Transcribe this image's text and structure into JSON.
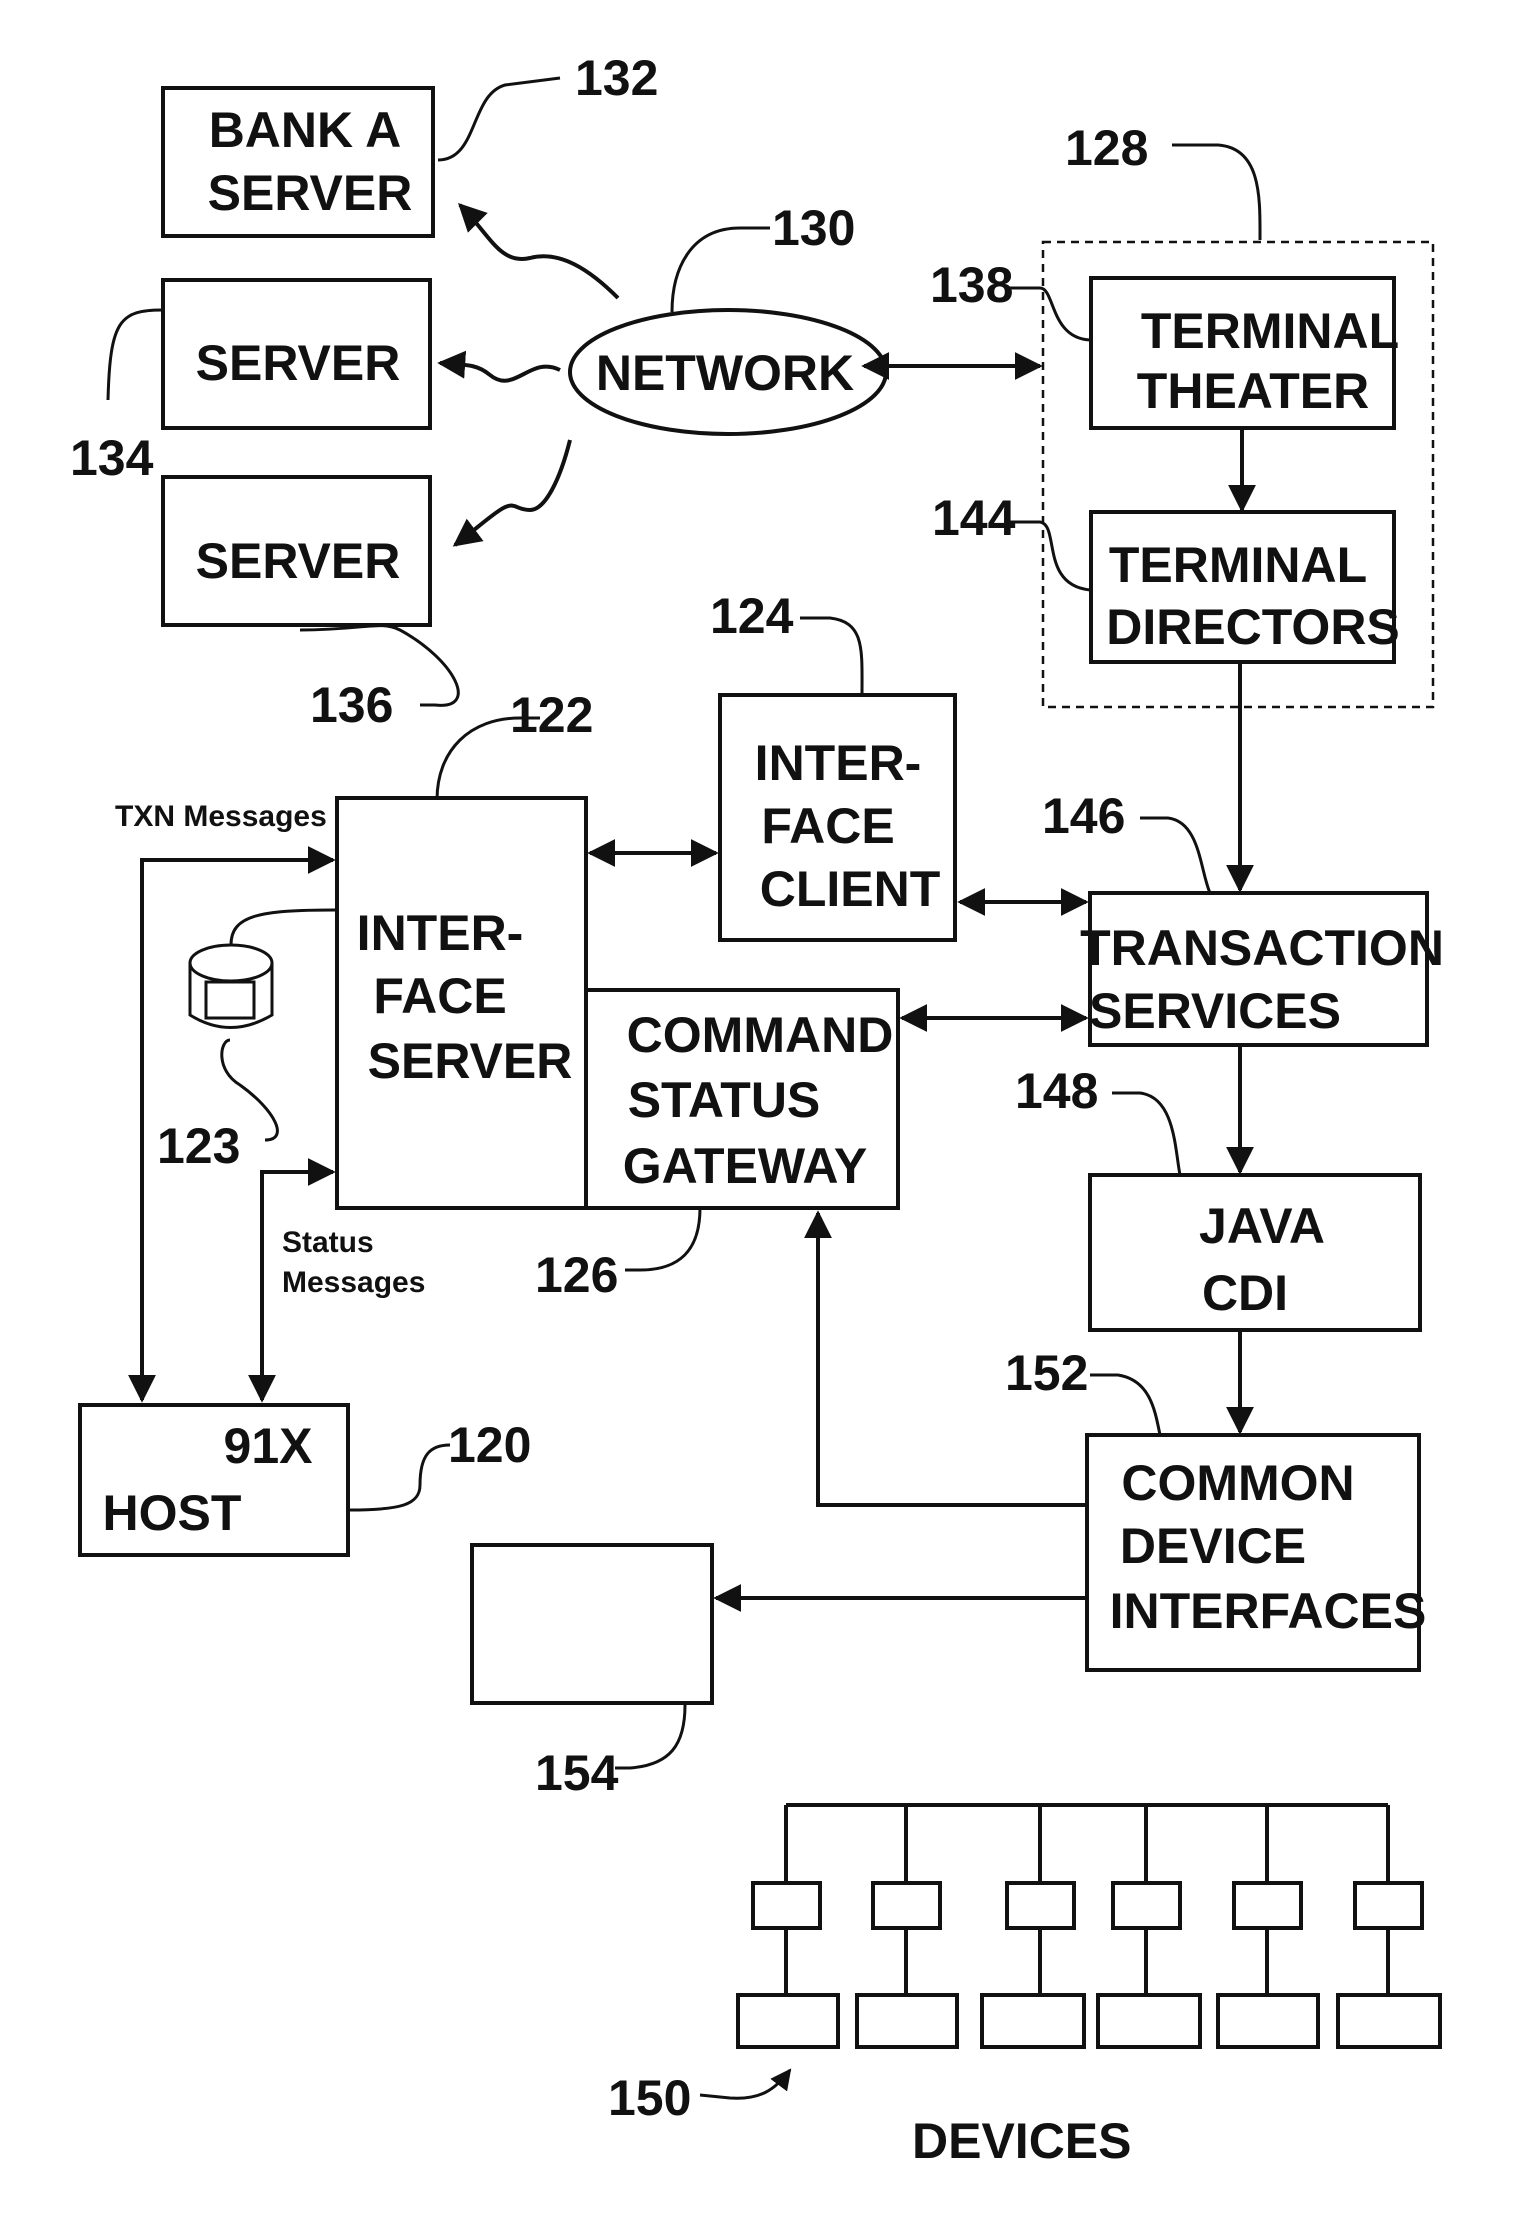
{
  "boxes": {
    "bank_a_server": [
      "BANK A",
      "SERVER"
    ],
    "server_134": [
      "SERVER"
    ],
    "server_136": [
      "SERVER"
    ],
    "network": "NETWORK",
    "terminal_theater": [
      "TERMINAL",
      "THEATER"
    ],
    "terminal_directors": [
      "TERMINAL",
      "DIRECTORS"
    ],
    "interface_client": [
      "INTER-",
      "FACE",
      "CLIENT"
    ],
    "interface_server": [
      "INTER-",
      "FACE",
      "SERVER"
    ],
    "command_status_gateway": [
      "COMMAND",
      "STATUS",
      "GATEWAY"
    ],
    "transaction_services": [
      "TRANSACTION",
      "SERVICES"
    ],
    "java_cdi": [
      "JAVA",
      "CDI"
    ],
    "common_device_interfaces": [
      "COMMON",
      "DEVICE",
      "INTERFACES"
    ],
    "host": [
      "91X",
      "HOST"
    ]
  },
  "refs": {
    "r132": "132",
    "r128": "128",
    "r130": "130",
    "r138": "138",
    "r134": "134",
    "r144": "144",
    "r124": "124",
    "r136": "136",
    "r122": "122",
    "r146": "146",
    "r148": "148",
    "r123": "123",
    "r126": "126",
    "r152": "152",
    "r120": "120",
    "r154": "154",
    "r150": "150"
  },
  "labels": {
    "txn_messages": "TXN Messages",
    "status_messages": [
      "Status",
      "Messages"
    ],
    "devices": "DEVICES"
  }
}
